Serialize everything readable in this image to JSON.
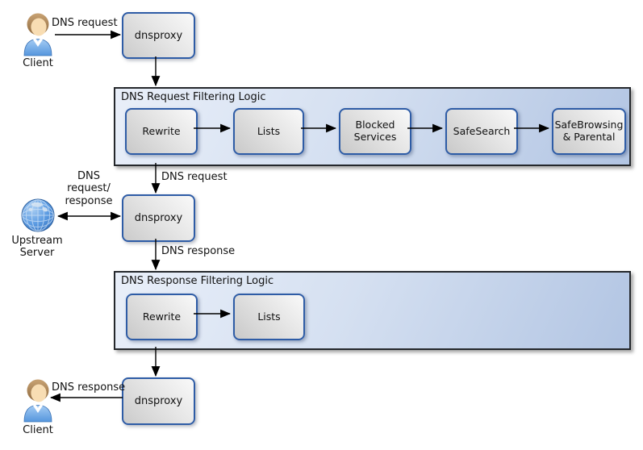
{
  "colors": {
    "node_border": "#2e5ca6",
    "node_fill_light": "#f9f9f9",
    "node_fill_dark": "#c9c9c9",
    "container_fill_light": "#e9eff9",
    "container_fill_dark": "#b2c5e3",
    "container_border": "#25282c",
    "arrow": "#000000",
    "shirt_blue": "#5596dd",
    "globe_blue": "#4a8fd8"
  },
  "nodes": {
    "dnsproxy_top": "dnsproxy",
    "dnsproxy_mid": "dnsproxy",
    "dnsproxy_bottom": "dnsproxy"
  },
  "actors": {
    "client_top": "Client",
    "upstream_server": "Upstream\nServer",
    "client_bottom": "Client"
  },
  "containers": {
    "request": {
      "title": "DNS Request Filtering Logic",
      "steps": [
        "Rewrite",
        "Lists",
        "Blocked\nServices",
        "SafeSearch",
        "SafeBrowsing\n& Parental"
      ]
    },
    "response": {
      "title": "DNS Response Filtering Logic",
      "steps": [
        "Rewrite",
        "Lists"
      ]
    }
  },
  "edge_labels": {
    "client_to_proxy": "DNS request",
    "container1_to_proxy": "DNS request",
    "upstream_link": "DNS\nrequest/\nresponse",
    "proxy_to_container2": "DNS response",
    "proxy_to_client": "DNS response"
  }
}
